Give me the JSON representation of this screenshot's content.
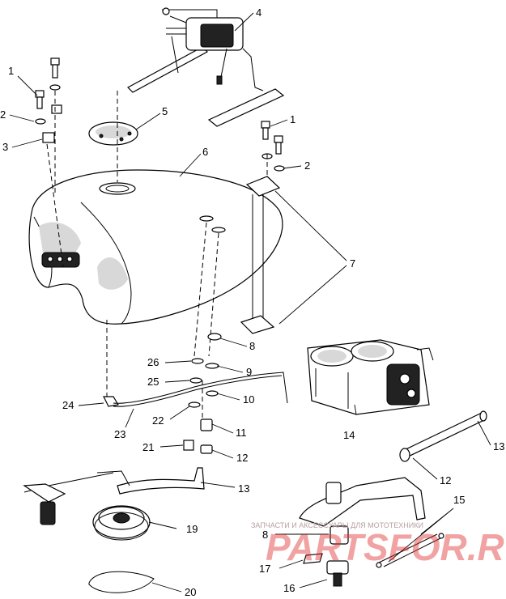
{
  "callouts": {
    "c1a": "1",
    "c2a": "2",
    "c3": "3",
    "c4": "4",
    "c5": "5",
    "c6": "6",
    "c1b": "1",
    "c2b": "2",
    "c7": "7",
    "c8a": "8",
    "c26": "26",
    "c9": "9",
    "c25": "25",
    "c10": "10",
    "c24": "24",
    "c22": "22",
    "c11": "11",
    "c23": "23",
    "c21": "21",
    "c12a": "12",
    "c13a": "13",
    "c14": "14",
    "c13b": "13",
    "c12b": "12",
    "c19": "19",
    "c15": "15",
    "c8b": "8",
    "c17": "17",
    "c16": "16",
    "c20": "20"
  },
  "watermark": {
    "caption": "ЗАПЧАСТИ И АКСЕССУАРЫ ДЛЯ МОТОТЕХНИКИ",
    "logo": "PARTSFOR.RU"
  }
}
